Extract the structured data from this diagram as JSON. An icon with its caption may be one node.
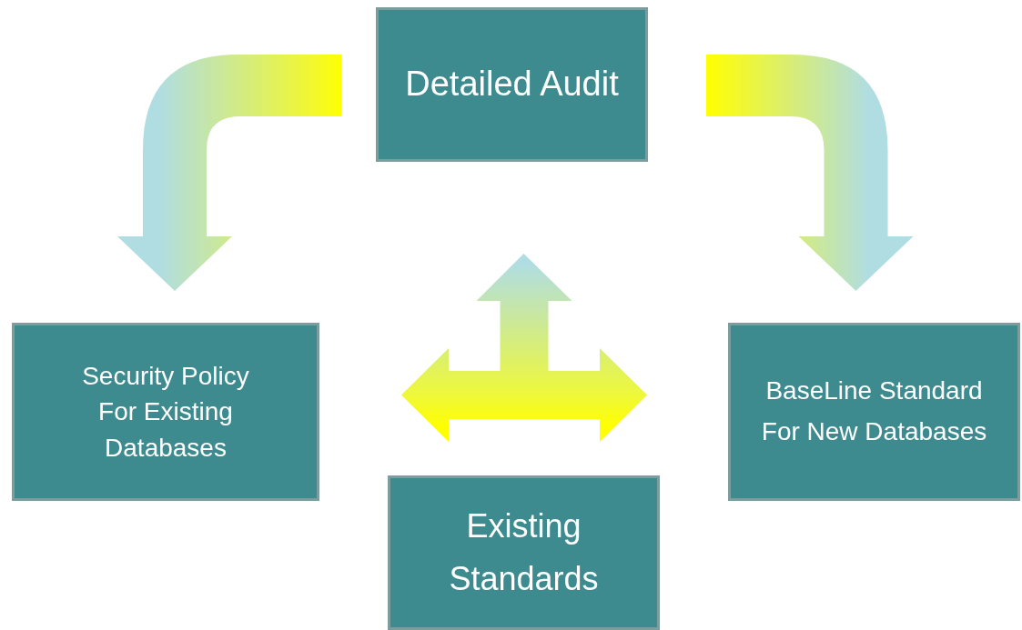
{
  "diagram": {
    "nodes": [
      {
        "text": [
          "Detailed Audit"
        ]
      },
      {
        "text": [
          "Security Policy For Existing Databases"
        ]
      },
      {
        "text": [
          "BaseLine Standard For New Databases"
        ]
      },
      {
        "text": [
          "Existing Standards"
        ]
      }
    ],
    "edges": [
      {
        "from": 0,
        "to": 1,
        "arrow": "to"
      },
      {
        "from": 0,
        "to": 2,
        "arrow": "to"
      },
      {
        "from": 3,
        "to": 0,
        "arrow": "to"
      },
      {
        "from": 3,
        "to": 1,
        "arrow": "to"
      },
      {
        "from": 3,
        "to": 2,
        "arrow": "to"
      }
    ]
  }
}
